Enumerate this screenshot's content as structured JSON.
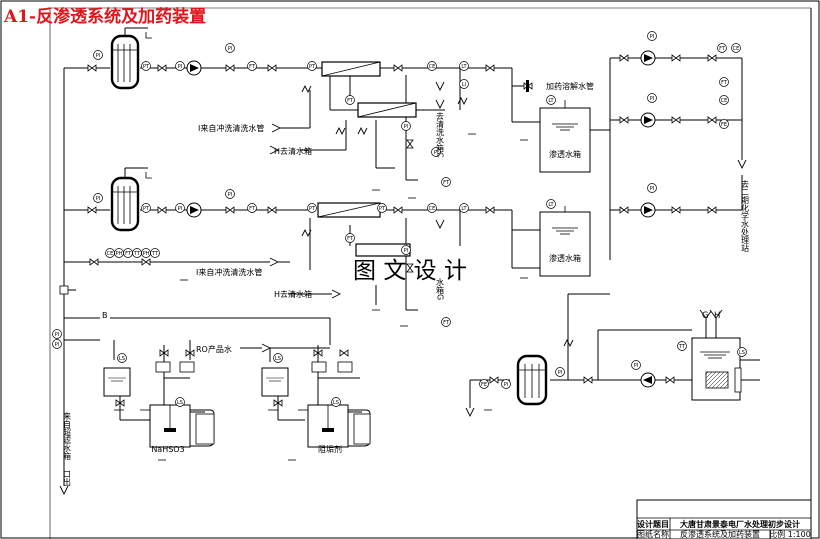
{
  "title": "A1-反渗透系统及加药装置",
  "watermark": "图 文 设 计",
  "colors": {
    "title": "#e0141c",
    "line": "#000000"
  },
  "pipe_labels": {
    "flush_pipe_1": "I来自冲洗清洗水管",
    "flush_pipe_2": "I来自冲洗清洗水管",
    "to_clean_tank_1": "H去清水箱",
    "to_clean_tank_2": "H去清水箱",
    "to_dosing": "加药溶解水管",
    "ro_product": "RO产品水",
    "line_b": "B"
  },
  "vertical_labels": {
    "from_filter": "来自超滤水箱",
    "exit": "口出",
    "clean_tank_c": "去清洗水箱C",
    "clean_tank_g": "水箱G",
    "stage2": "去二期化学水处理站"
  },
  "tank_labels": {
    "permeate_1": "渗透水箱",
    "permeate_2": "渗透水箱",
    "chem_1": "NaHSO3",
    "chem_2": "阻垢剂"
  },
  "gh": {
    "g": "G",
    "h": "H"
  },
  "instruments": {
    "flt1": "PI",
    "flt1b": "PT",
    "p1": "PI",
    "p2": "PI",
    "p3": "FT",
    "m1": "PT",
    "m2": "FT",
    "m3": "PI",
    "m4": "CE",
    "m5": "LT",
    "m6": "LI",
    "flt2": "PI",
    "flt2b": "PT",
    "q1": "PI",
    "q2": "PI",
    "q3": "FT",
    "n1": "PT",
    "n2": "FT",
    "n3": "PI",
    "n4": "CE",
    "n5": "LT",
    "n6": "PT",
    "i1": "CE",
    "i2": "PH",
    "i3": "FT",
    "i4": "TT",
    "i5": "PH",
    "i6": "TT",
    "ps1": "PI",
    "ps2": "FT",
    "ps3": "CE",
    "ps4": "PI",
    "ps5": "FT",
    "ps6": "CE",
    "ps7": "PI",
    "ps8": "FE",
    "lt1": "LT",
    "lt2": "LT",
    "dose1": "LS",
    "dose2": "LS",
    "hx1": "TT",
    "hx2": "LS",
    "hx3": "PI",
    "bot1": "FE",
    "bot2": "PI",
    "bot3": "PI"
  },
  "title_block": {
    "r1c1": "设计题目",
    "r1c2": "大唐甘肃景泰电厂水处理初步设计",
    "r2c1": "图纸名称",
    "r2c2": "反渗透系统及加药装置",
    "r2c3": "比例 1:100"
  }
}
